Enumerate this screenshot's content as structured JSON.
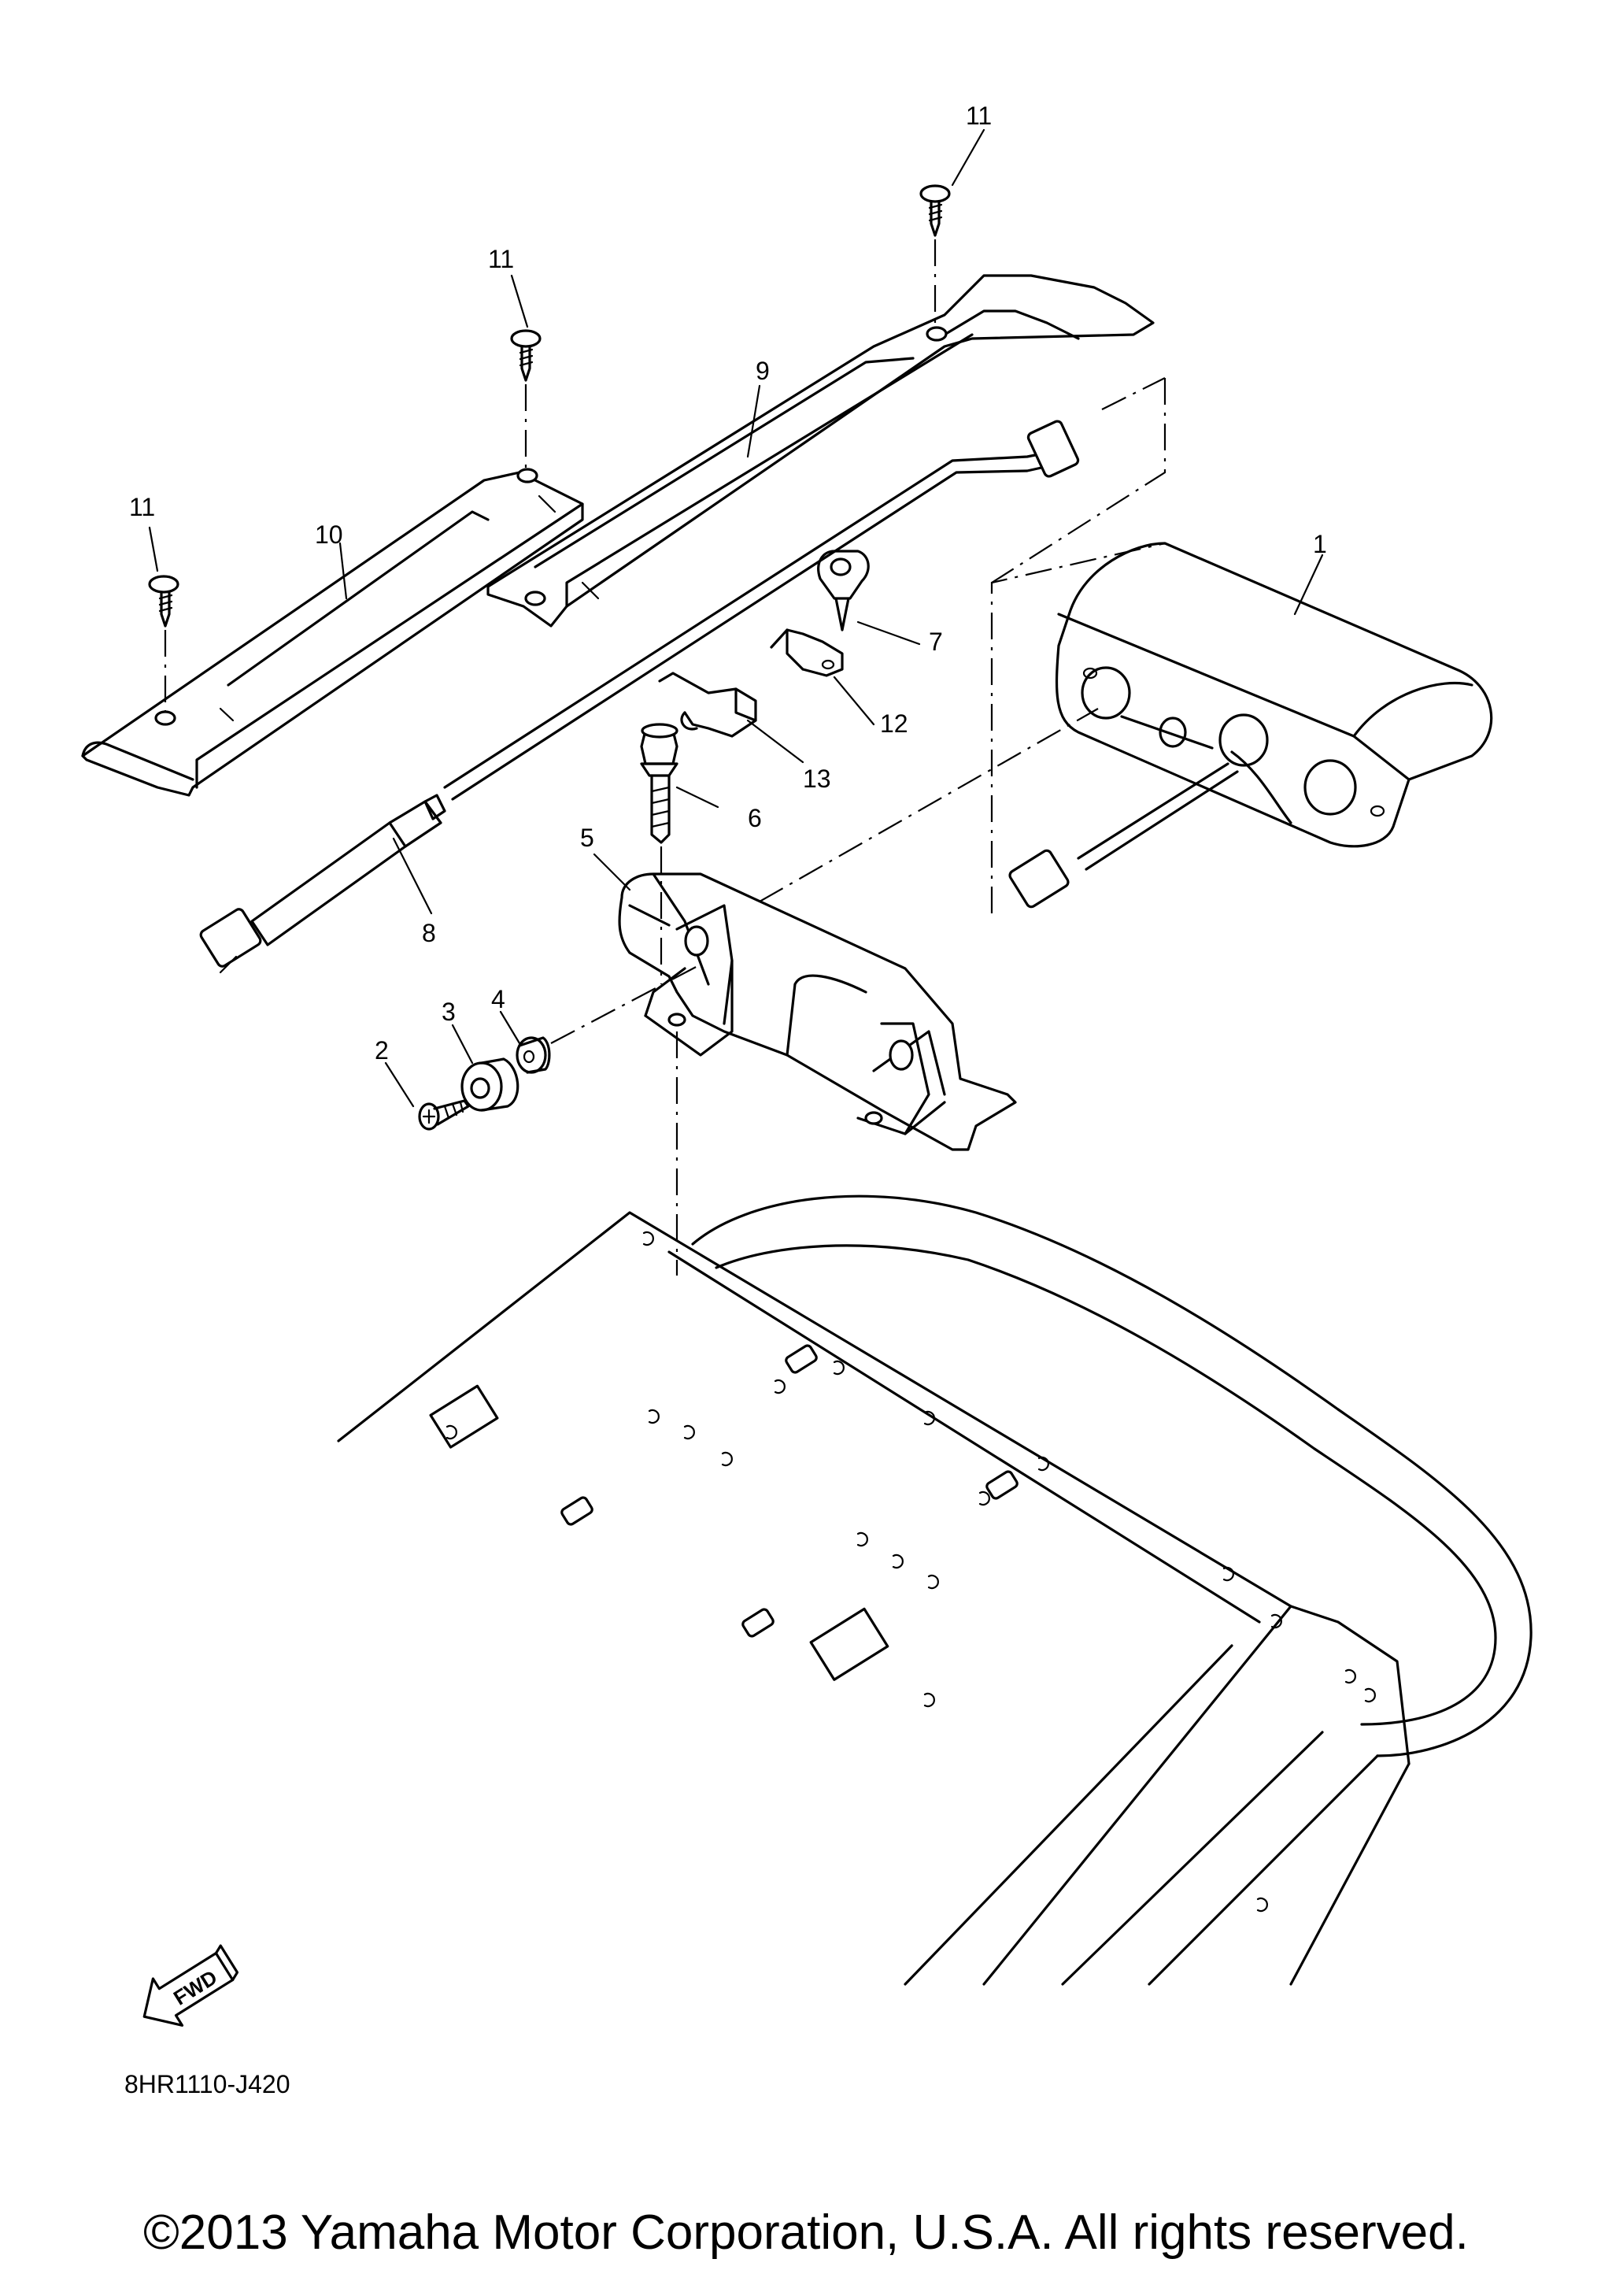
{
  "callouts": [
    {
      "id": "1",
      "label": "1"
    },
    {
      "id": "2",
      "label": "2"
    },
    {
      "id": "3",
      "label": "3"
    },
    {
      "id": "4",
      "label": "4"
    },
    {
      "id": "5",
      "label": "5"
    },
    {
      "id": "6",
      "label": "6"
    },
    {
      "id": "7",
      "label": "7"
    },
    {
      "id": "8",
      "label": "8"
    },
    {
      "id": "9",
      "label": "9"
    },
    {
      "id": "10",
      "label": "10"
    },
    {
      "id": "11a",
      "label": "11"
    },
    {
      "id": "11b",
      "label": "11"
    },
    {
      "id": "11c",
      "label": "11"
    },
    {
      "id": "12",
      "label": "12"
    },
    {
      "id": "13",
      "label": "13"
    }
  ],
  "fwd_label": "FWD",
  "diagram_code": "8HR1110-J420",
  "copyright": "©2013 Yamaha Motor Corporation, U.S.A. All rights reserved."
}
